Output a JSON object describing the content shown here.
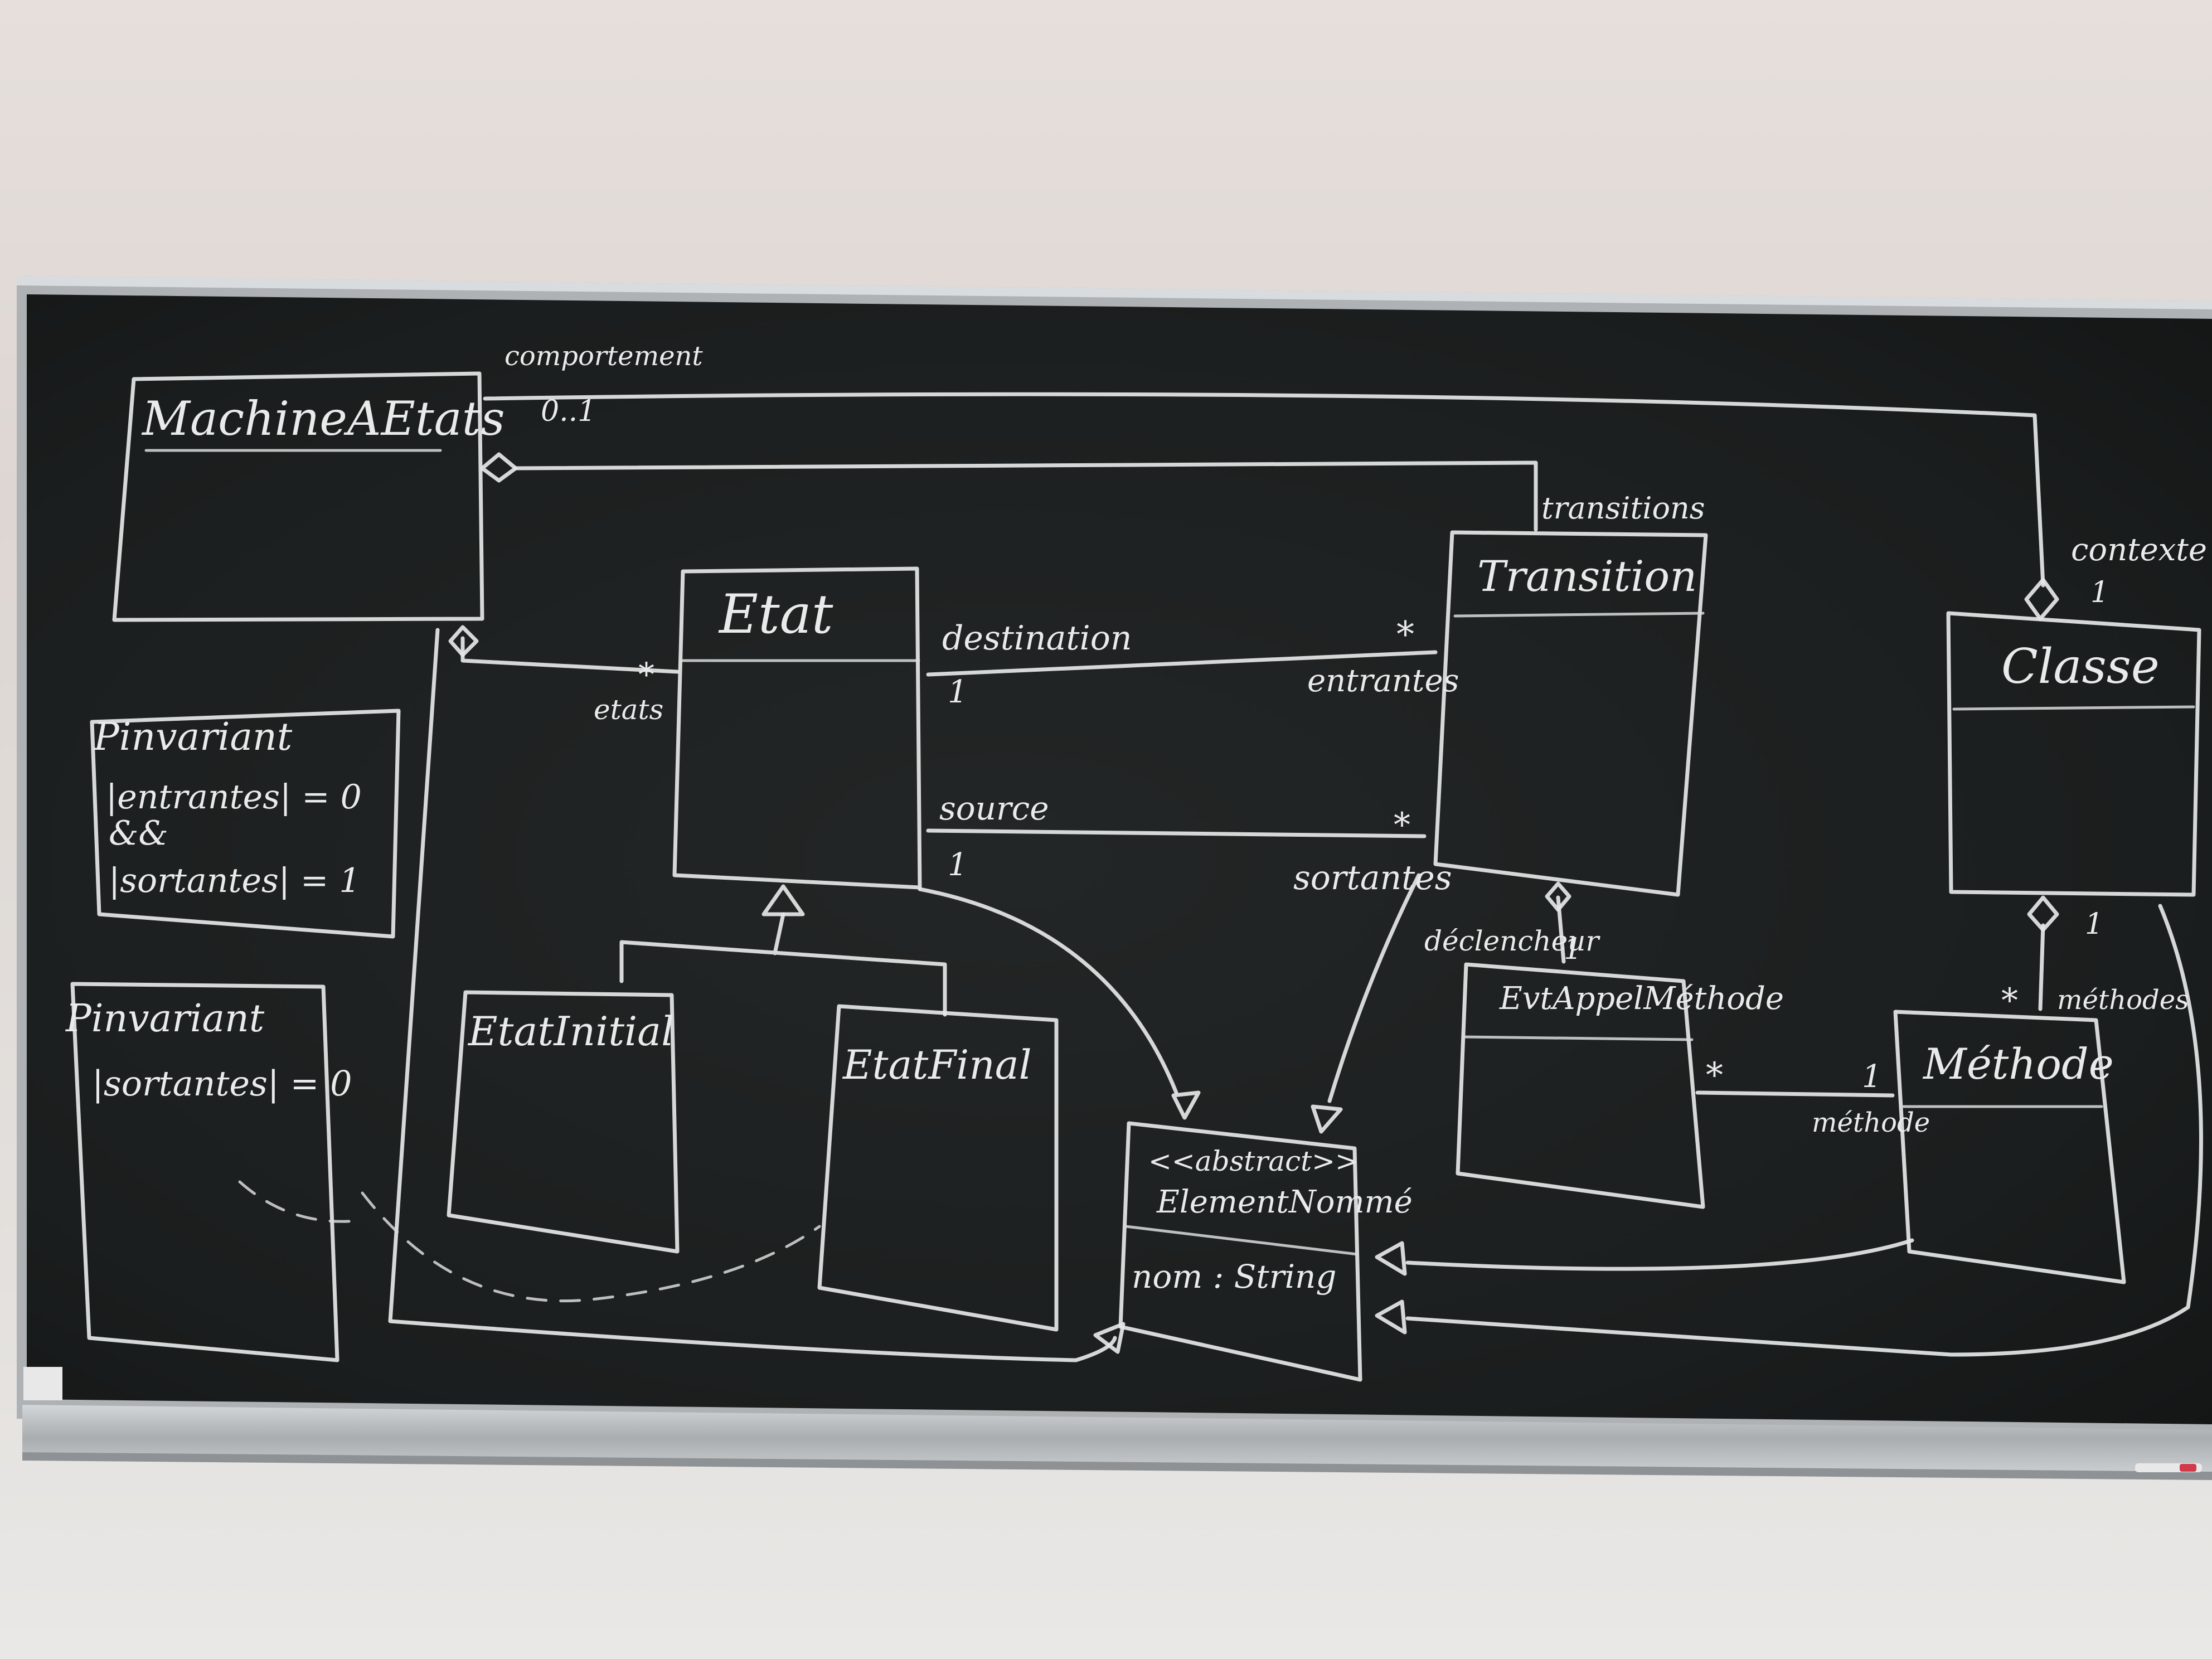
{
  "board": {
    "classes": {
      "machine": {
        "name": "MachineAEtats"
      },
      "etat": {
        "name": "Etat"
      },
      "etat_initial": {
        "name": "EtatInitial"
      },
      "etat_final": {
        "name": "EtatFinal"
      },
      "transition": {
        "name": "Transition"
      },
      "classe": {
        "name": "Classe"
      },
      "evt": {
        "name": "EvtAppelMéthode"
      },
      "methode": {
        "name": "Méthode"
      },
      "element": {
        "stereotype": "<<abstract>>",
        "name": "ElementNommé",
        "attribute": "nom : String"
      }
    },
    "invariants": {
      "inv1": {
        "title": "Pinvariant",
        "line1": "|entrantes| = 0",
        "line2": "&&",
        "line3": "|sortantes| = 1"
      },
      "inv2": {
        "title": "Pinvariant",
        "line1": "|sortantes| = 0"
      }
    },
    "labels": {
      "comportement": "comportement",
      "comportement_mult": "0..1",
      "transitions": "transitions",
      "destination": "destination",
      "destination_mult_right": "*",
      "destination_mult_left": "1",
      "entrantes": "entrantes",
      "etats": "etats",
      "etats_mult": "*",
      "source": "source",
      "source_mult_left": "1",
      "source_mult_right": "*",
      "sortantes": "sortantes",
      "contexte": "contexte",
      "contexte_mult": "1",
      "declencheur": "déclencheur",
      "declencheur_mult": "1",
      "methodes": "méthodes",
      "methodes_mult_top": "1",
      "methodes_mult_bottom": "*",
      "methode_role": "méthode",
      "methode_mult_left": "*",
      "methode_mult_right": "1"
    }
  },
  "colors": {
    "chalkboard": "#1b1d1d",
    "chalk": "#e4e6e6",
    "frame": "#b9bdbf",
    "wall": "#e2dbd7"
  }
}
